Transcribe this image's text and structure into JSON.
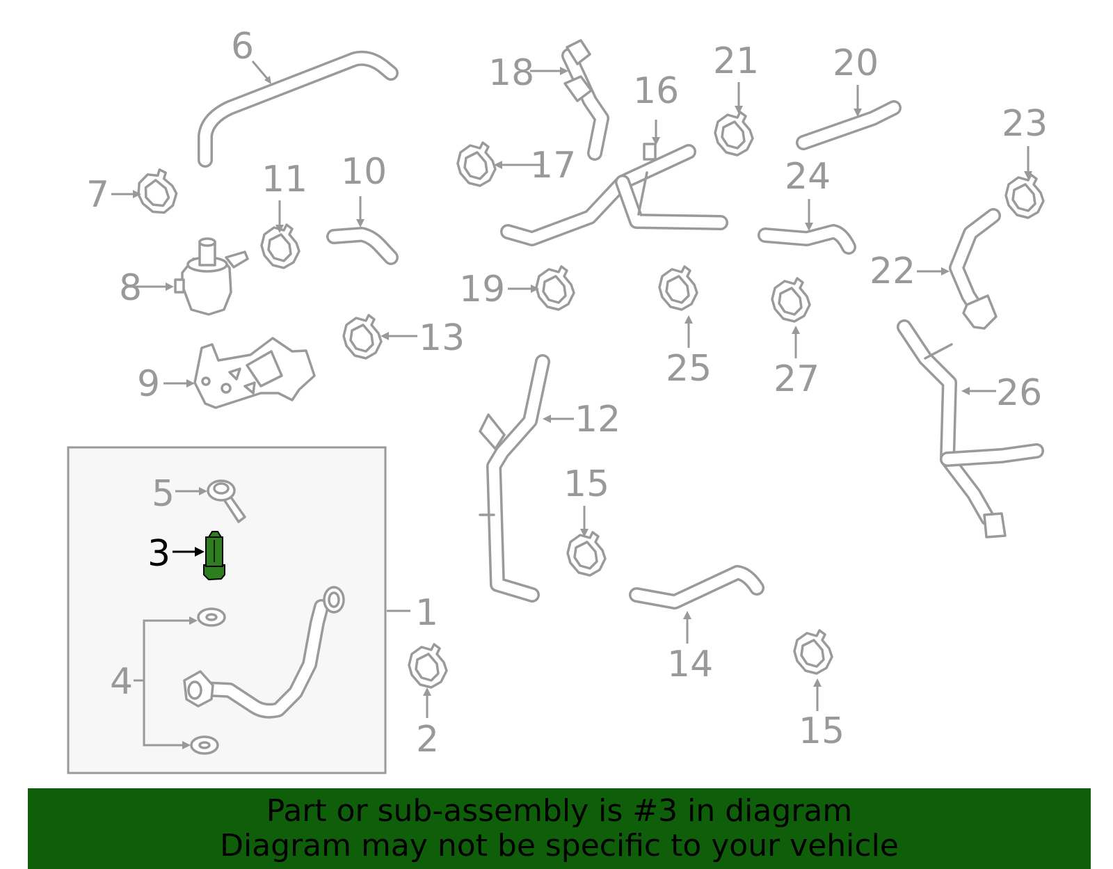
{
  "banner": {
    "line1": "Part or sub-assembly is #3 in diagram",
    "line2": "Diagram may not be specific to your vehicle",
    "color": "#0f5f0a"
  },
  "highlight": {
    "part_number": "3",
    "color": "#2e7d1e"
  },
  "callouts": {
    "c1": "1",
    "c2": "2",
    "c3": "3",
    "c4": "4",
    "c5": "5",
    "c6": "6",
    "c7": "7",
    "c8": "8",
    "c9": "9",
    "c10": "10",
    "c11": "11",
    "c12": "12",
    "c13": "13",
    "c14": "14",
    "c15a": "15",
    "c15b": "15",
    "c16": "16",
    "c17": "17",
    "c18": "18",
    "c19": "19",
    "c20": "20",
    "c21": "21",
    "c22": "22",
    "c23": "23",
    "c24": "24",
    "c25": "25",
    "c26": "26",
    "c27": "27"
  }
}
